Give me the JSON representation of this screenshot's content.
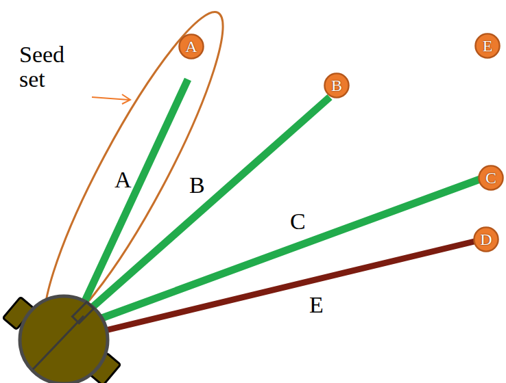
{
  "diagram": {
    "nodes": [
      {
        "text": [
          "A"
        ]
      },
      {
        "text": [
          "E"
        ]
      },
      {
        "text": [
          "B"
        ]
      },
      {
        "text": [
          "C"
        ]
      },
      {
        "text": [
          "D"
        ]
      }
    ],
    "labels": [
      "Seed set",
      "A",
      "B",
      "C",
      "E"
    ]
  }
}
